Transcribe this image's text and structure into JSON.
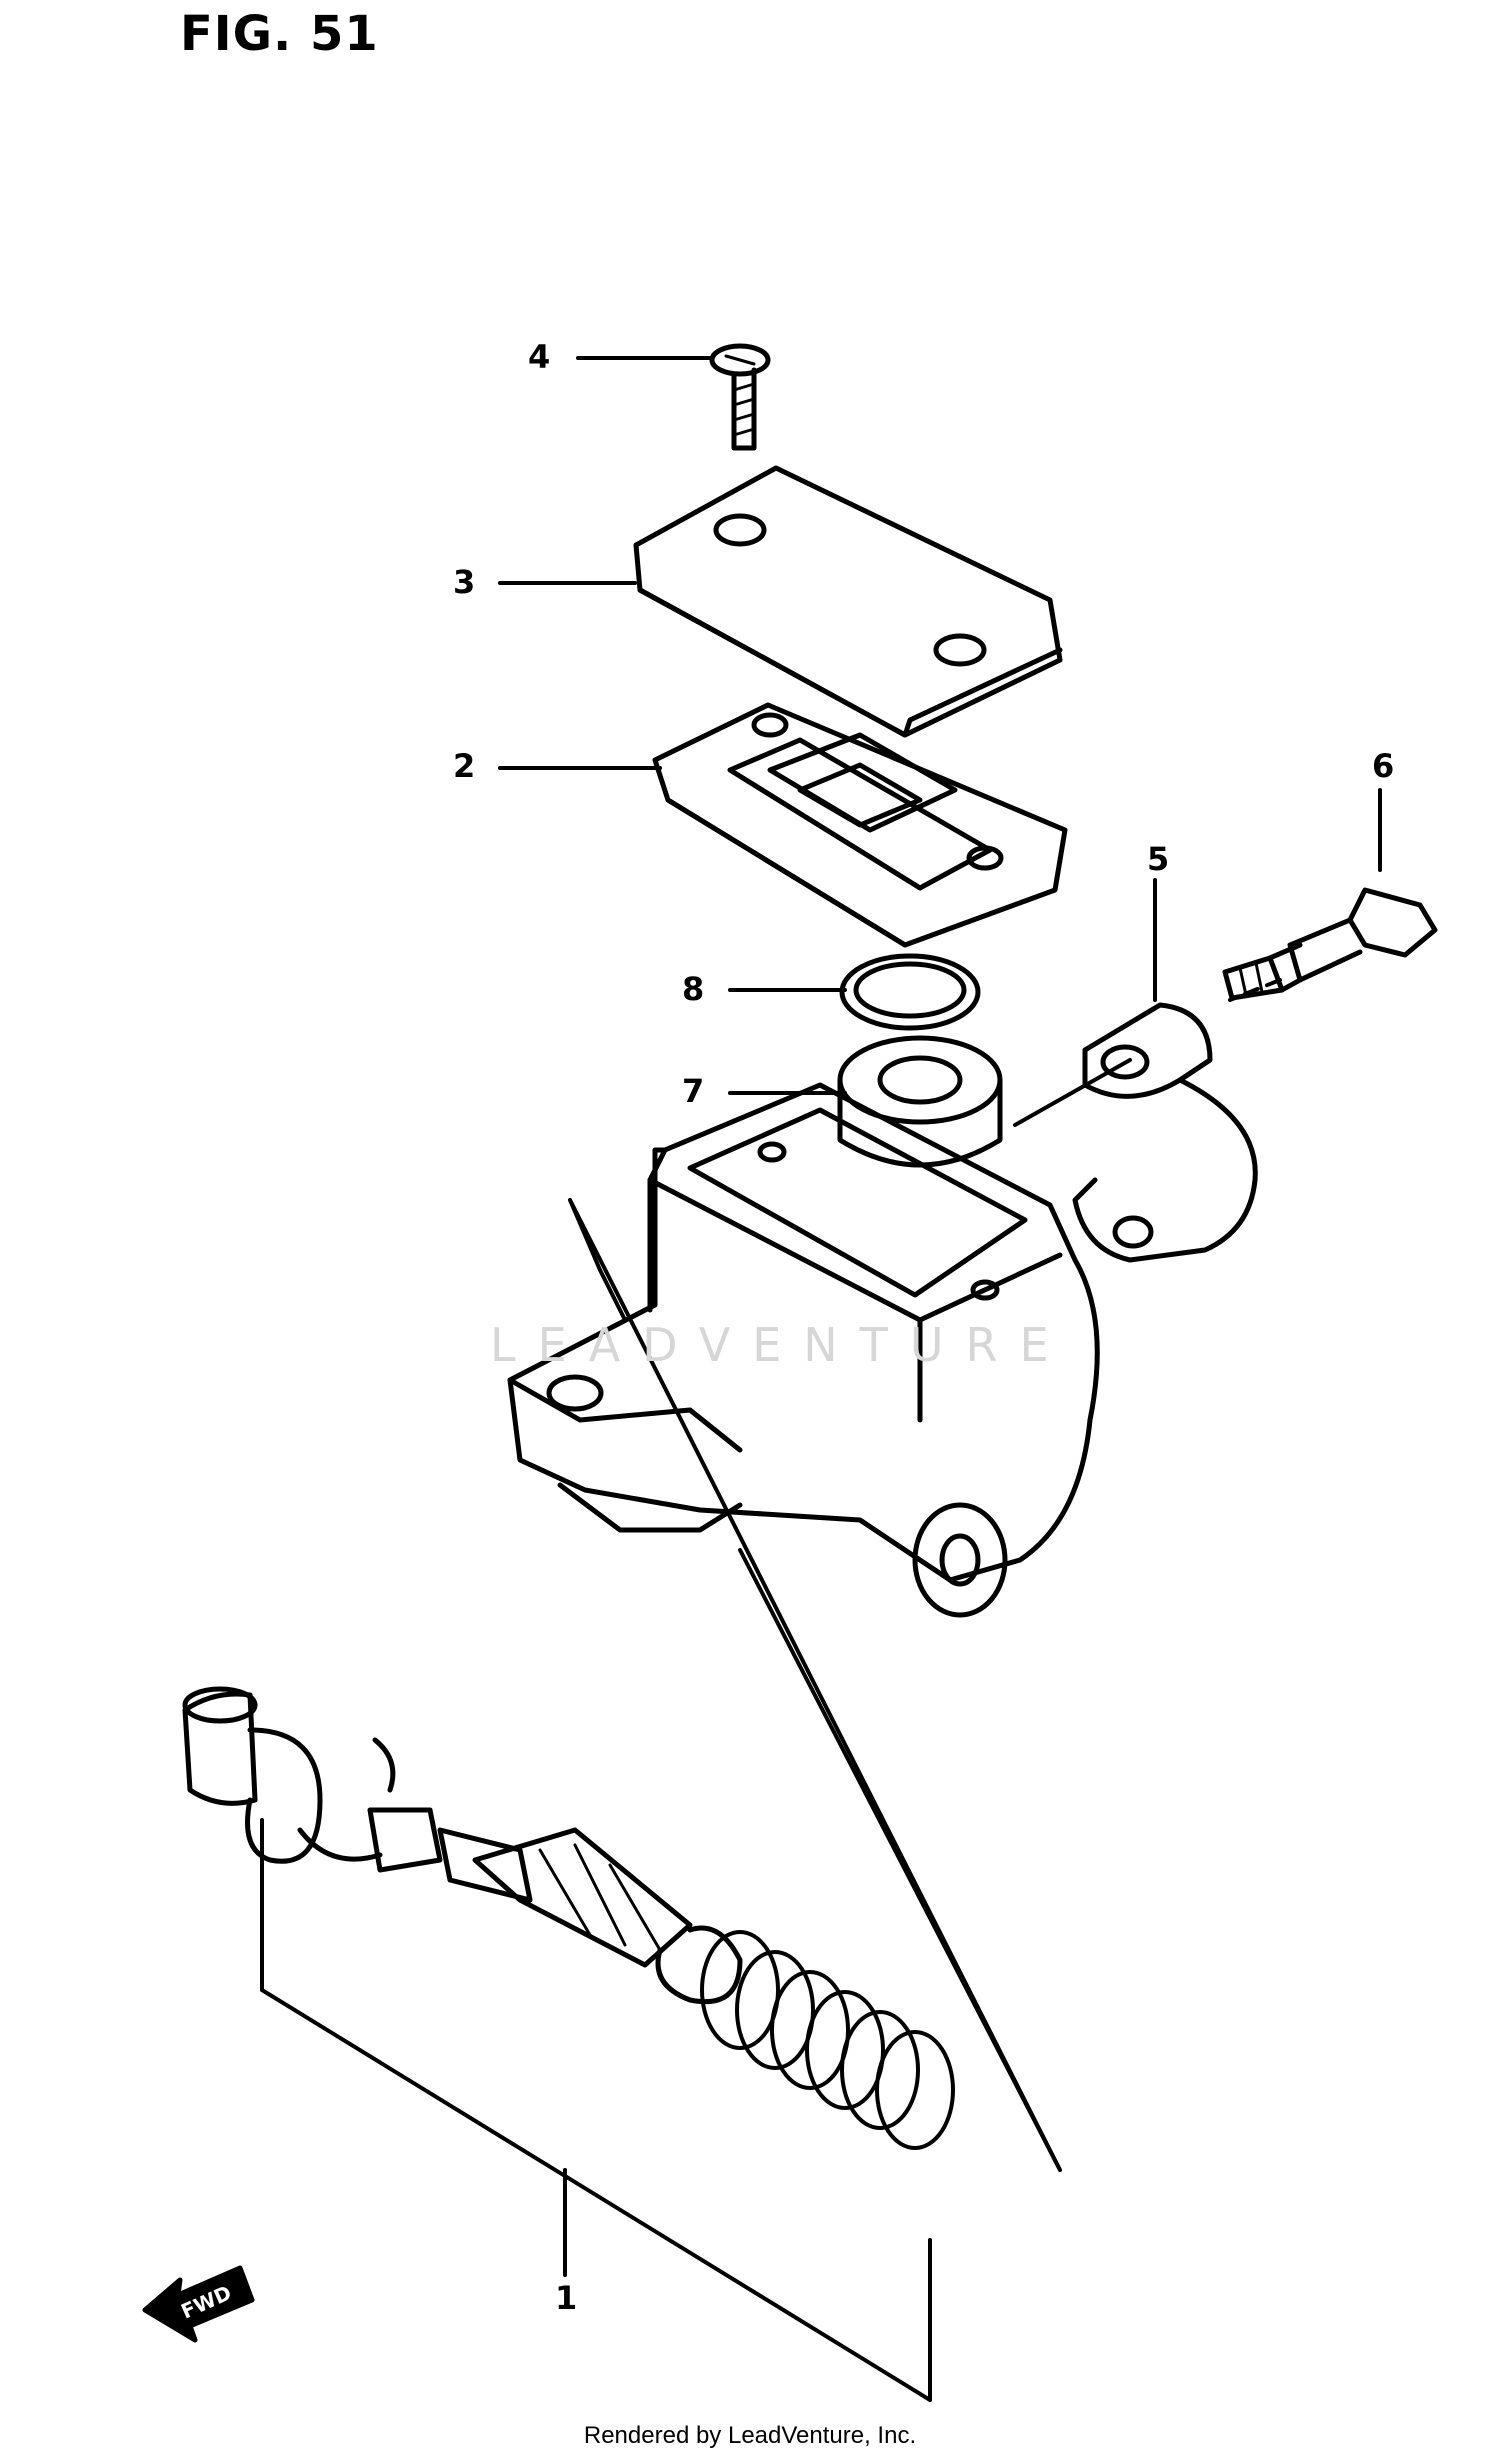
{
  "figure": {
    "title": "FIG. 51",
    "watermark": "LEADVENTURE",
    "footer": "Rendered by LeadVenture, Inc.",
    "direction_label": "FWD"
  },
  "callouts": [
    {
      "number": "1",
      "part": "piston-set"
    },
    {
      "number": "2",
      "part": "reservoir-diaphragm"
    },
    {
      "number": "3",
      "part": "reservoir-cap"
    },
    {
      "number": "4",
      "part": "cap-screw"
    },
    {
      "number": "5",
      "part": "holder-clamp"
    },
    {
      "number": "6",
      "part": "clamp-bolt"
    },
    {
      "number": "7",
      "part": "diaphragm-plate"
    },
    {
      "number": "8",
      "part": "gasket-ring"
    }
  ],
  "colors": {
    "line": "#000000",
    "paper": "#ffffff",
    "watermark": "#d6d6d6"
  }
}
